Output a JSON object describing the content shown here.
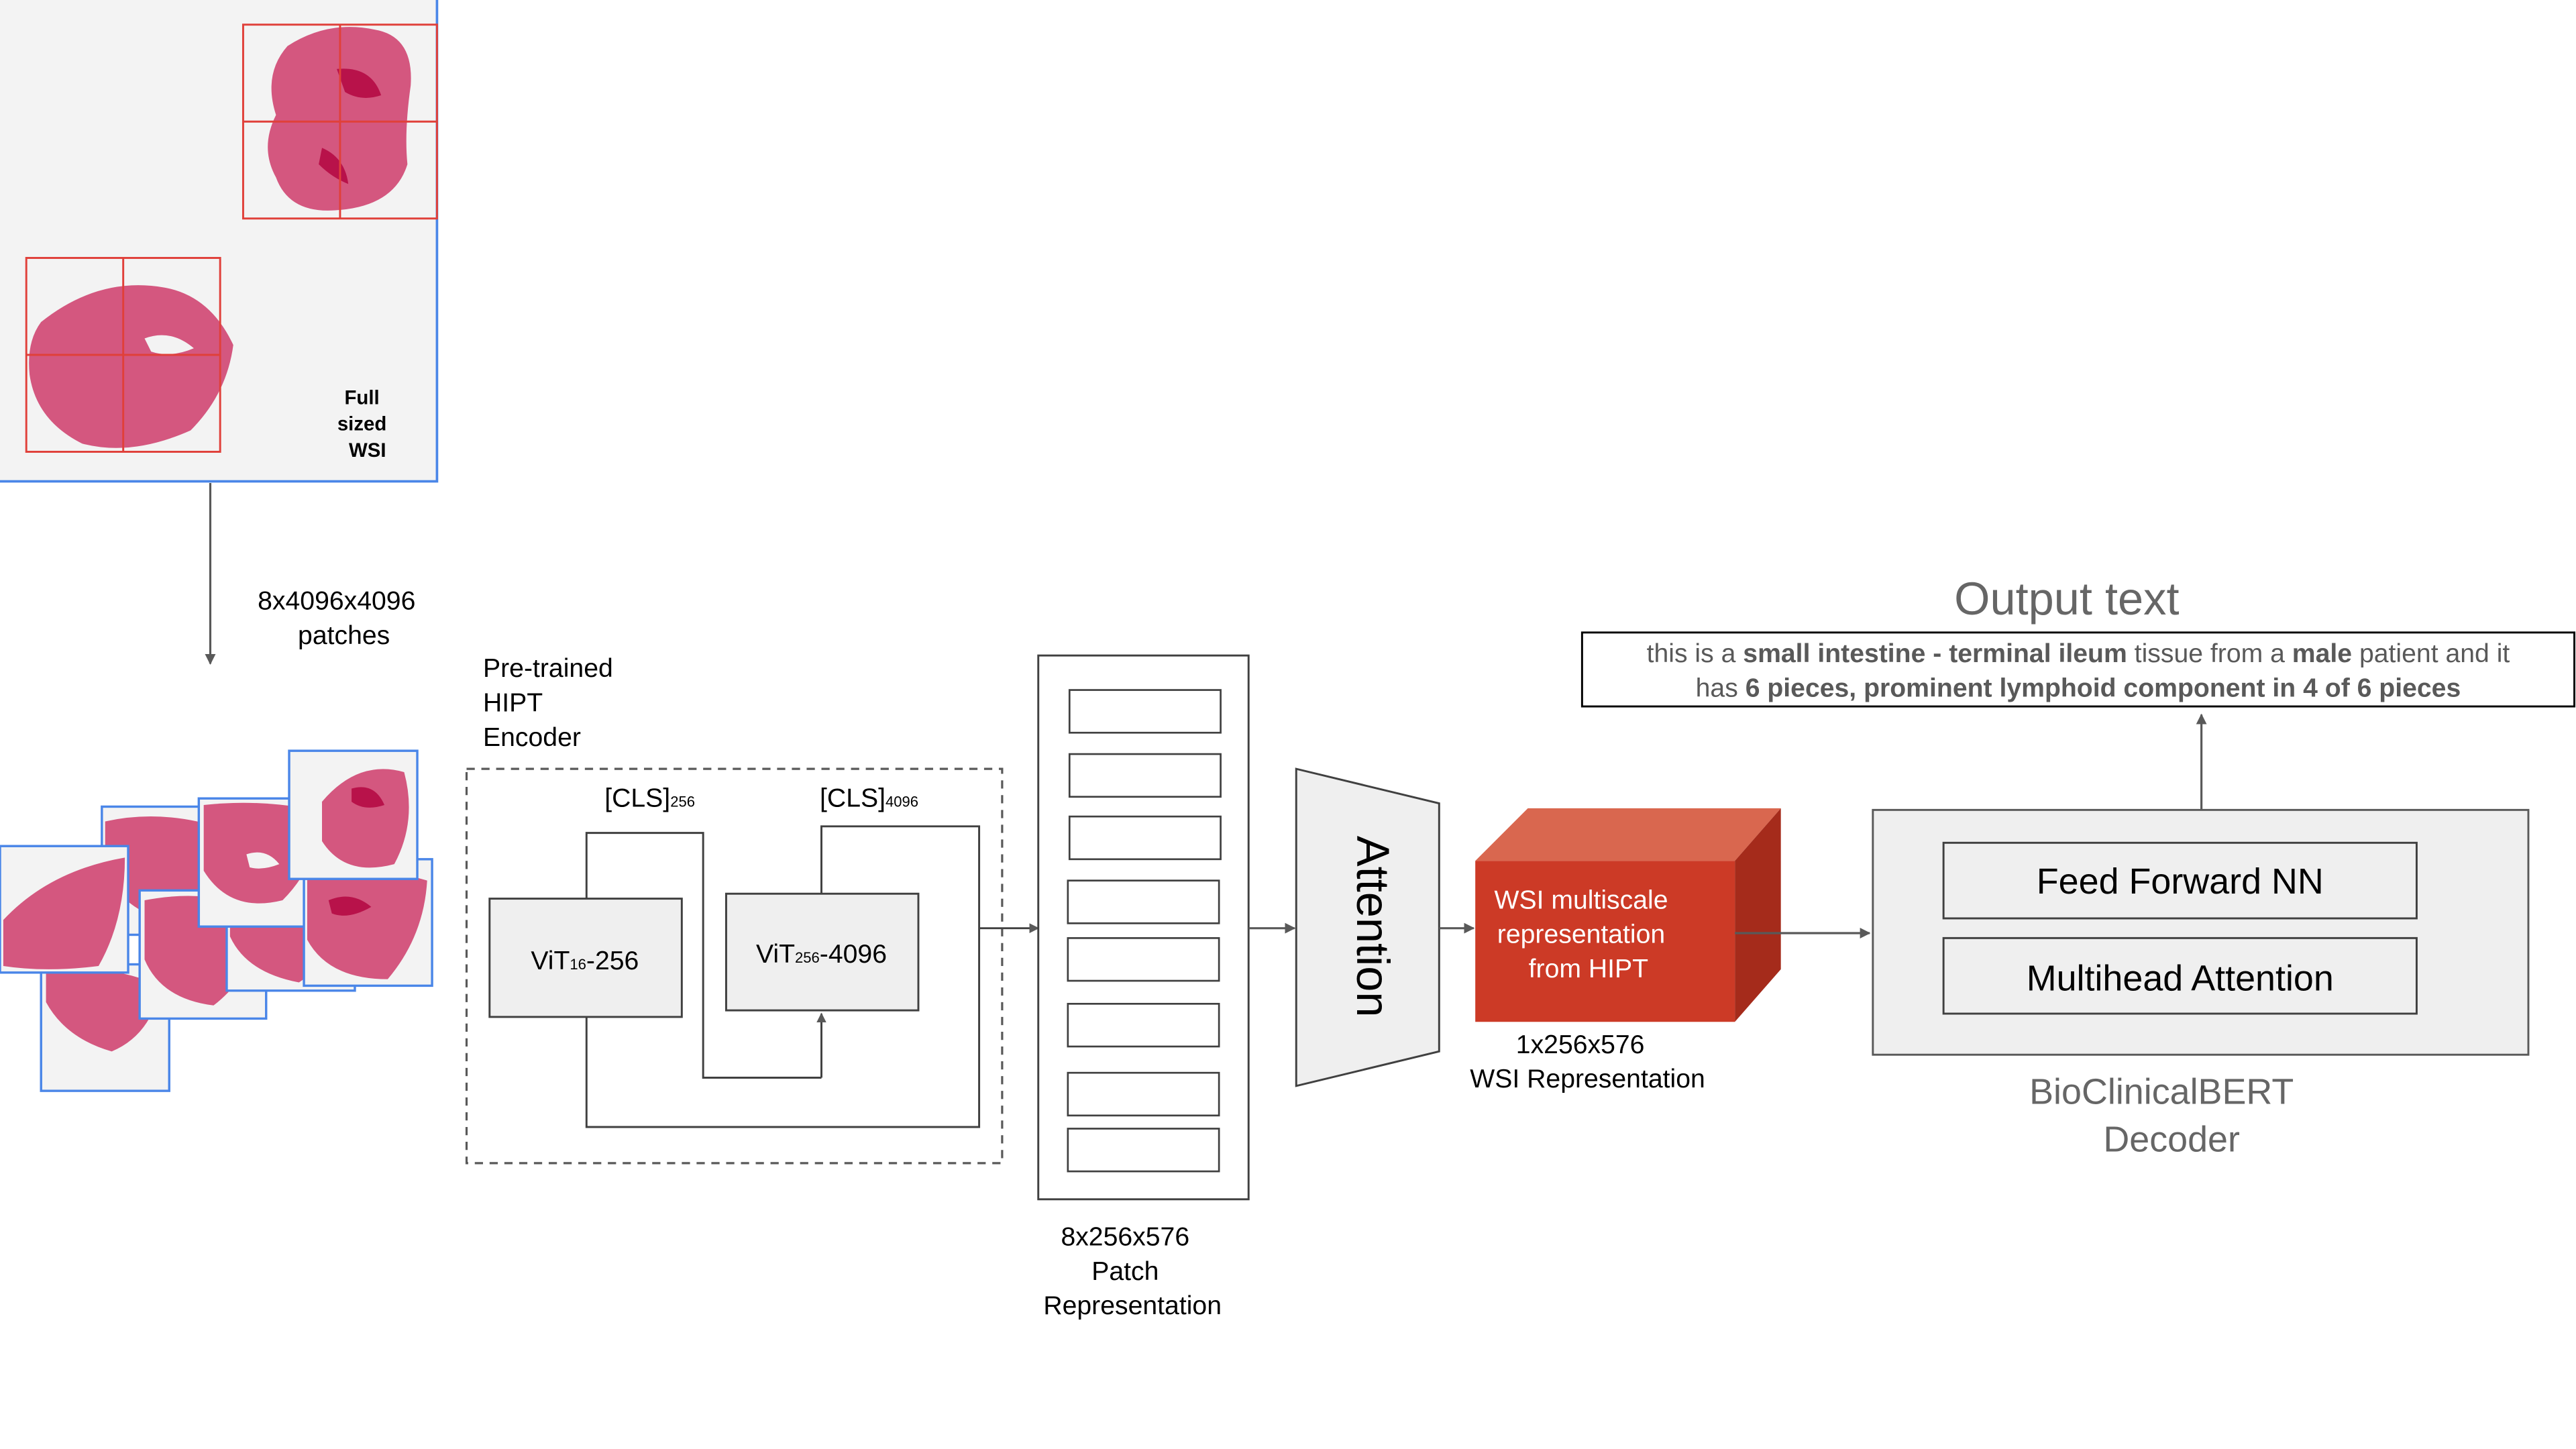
{
  "wsi": {
    "label_line1": "Full",
    "label_line2": "sized",
    "label_line3": "WSI"
  },
  "patches": {
    "label_line1": "8x4096x4096",
    "label_line2": "patches"
  },
  "encoder": {
    "title_line1": "Pre-trained",
    "title_line2": "HIPT",
    "title_line3": "Encoder",
    "vit1_base": "ViT",
    "vit1_sub": "16",
    "vit1_tail": "-256",
    "vit2_base": "ViT",
    "vit2_sub": "256",
    "vit2_tail": "-4096",
    "cls1_base": "[CLS]",
    "cls1_sub": "256",
    "cls2_base": "[CLS]",
    "cls2_sub": "4096"
  },
  "patch_repr": {
    "label_line1": "8x256x576",
    "label_line2": "Patch",
    "label_line3": "Representation"
  },
  "attention": {
    "label": "Attention"
  },
  "wsi_repr": {
    "box_line1": "WSI multiscale",
    "box_line2": "representation",
    "box_line3": "from HIPT",
    "label_line1": "1x256x576",
    "label_line2": "WSI Representation"
  },
  "decoder": {
    "layer1": "Feed Forward NN",
    "layer2": "Multihead Attention",
    "label_line1": "BioClinicalBERT",
    "label_line2": "Decoder"
  },
  "output": {
    "title": "Output text",
    "l1_a": "this is a ",
    "l1_b": "small intestine - terminal ileum",
    "l1_c": " tissue from a ",
    "l1_d": "male",
    "l1_e": " patient and it",
    "l2_a": "has ",
    "l2_b": "6 pieces, prominent lymphoid component in 4 of 6 pieces"
  },
  "colors": {
    "tissue": "#d4577f",
    "tissue_dark": "#b8124a",
    "grid_red": "#e0403a",
    "patch_blue": "#4a86e8",
    "box_gray": "#efefef",
    "wsi_front": "#cc3a26",
    "wsi_top": "#d9674f",
    "wsi_side": "#a52b1b",
    "arrow_gray": "#595959"
  }
}
